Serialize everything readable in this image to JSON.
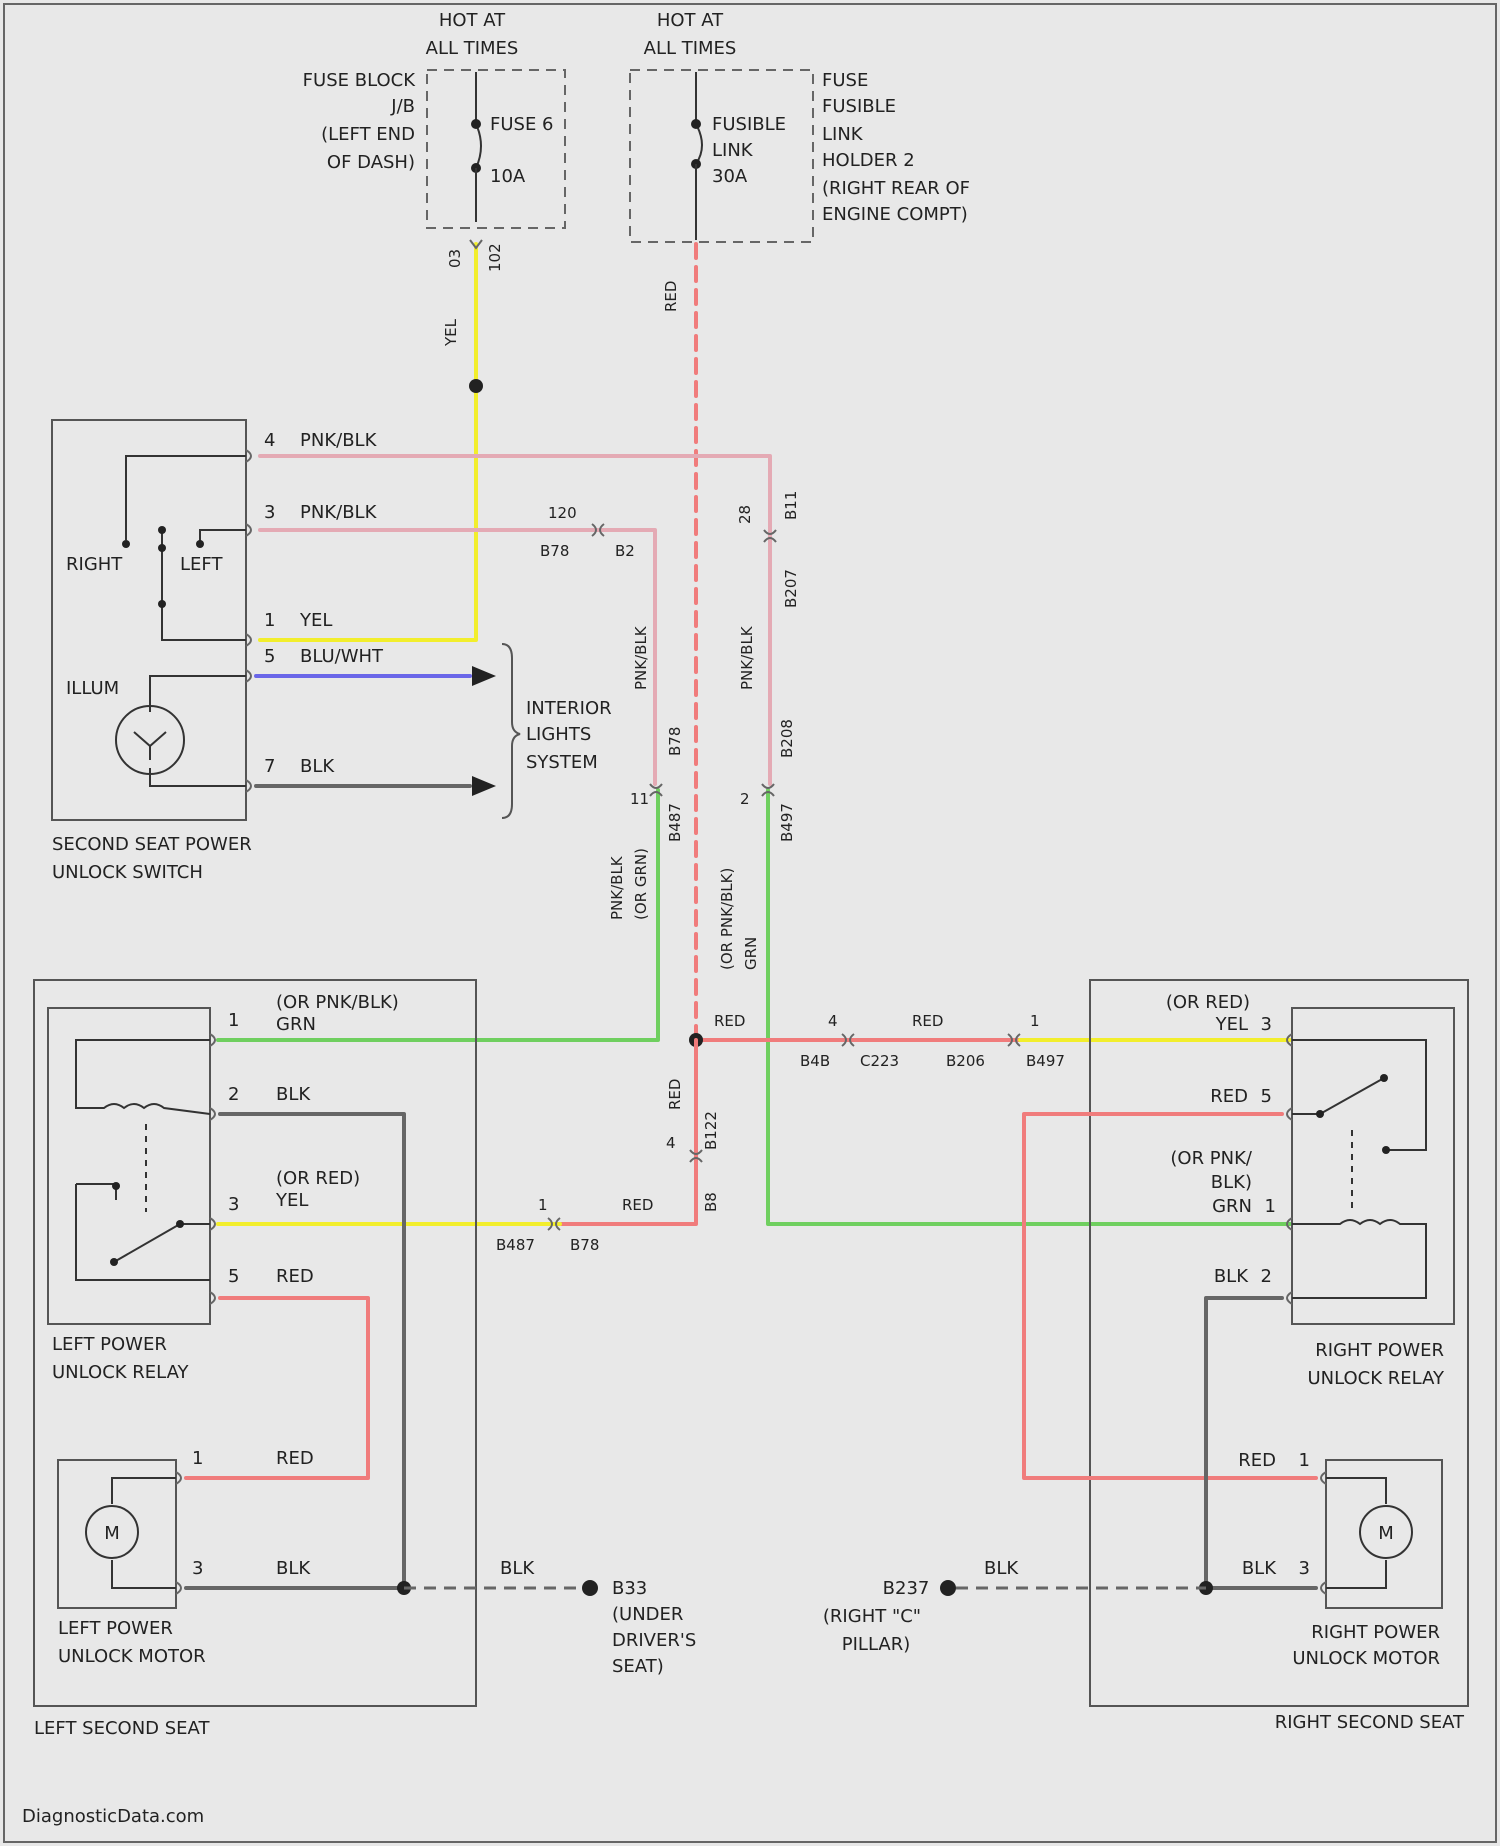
{
  "colors": {
    "yellow": "#f2ee2c",
    "red": "#f07c7c",
    "pink": "#e4aab4",
    "green": "#6fcf5f",
    "blue": "#6a66e8",
    "black": "#555555",
    "border": "#555555",
    "background": "#e8e8e8"
  },
  "sources": {
    "hot1": [
      "HOT AT",
      "ALL TIMES"
    ],
    "hot2": [
      "HOT AT",
      "ALL TIMES"
    ],
    "fuse_block": [
      "FUSE BLOCK",
      "J/B",
      "(LEFT END",
      "OF DASH)"
    ],
    "fuse_name": "FUSE 6",
    "fuse_rating": "10A",
    "fusible_name": [
      "FUSIBLE",
      "LINK"
    ],
    "fusible_rating": "30A",
    "link_holder": [
      "FUSE",
      "FUSIBLE",
      "LINK",
      "HOLDER 2",
      "(RIGHT REAR OF",
      "ENGINE COMPT)"
    ]
  },
  "switch": {
    "title": [
      "SECOND SEAT POWER",
      "UNLOCK SWITCH"
    ],
    "right": "RIGHT",
    "left": "LEFT",
    "illum": "ILLUM",
    "pins": [
      {
        "pin": "4",
        "wire": "PNK/BLK"
      },
      {
        "pin": "3",
        "wire": "PNK/BLK"
      },
      {
        "pin": "1",
        "wire": "YEL"
      },
      {
        "pin": "5",
        "wire": "BLU/WHT"
      },
      {
        "pin": "7",
        "wire": "BLK"
      }
    ]
  },
  "interior": [
    "INTERIOR",
    "LIGHTS",
    "SYSTEM"
  ],
  "wire_labels": {
    "yel_vert": "YEL",
    "red_vert": "RED",
    "conn_03": "03",
    "conn_102": "102",
    "conn_120": "120",
    "conn_b78": "B78",
    "conn_b2": "B2",
    "conn_28": "28",
    "conn_b11": "B11",
    "conn_b207": "B207",
    "pnkblk_left": "PNK/BLK",
    "pnkblk_right": "PNK/BLK",
    "conn_b78b": "B78",
    "conn_b208": "B208",
    "conn_b487": "B487",
    "conn_b497": "B497",
    "pin_11": "11",
    "pin_2": "2",
    "left_drop": [
      "PNK/BLK",
      "(OR GRN)"
    ],
    "right_drop": [
      "(OR PNK/BLK)",
      "GRN"
    ],
    "red_top": "RED",
    "red_mid": "RED",
    "conn_4a": "4",
    "conn_b4b": "B4B",
    "conn_c223": "C223",
    "conn_b206": "B206",
    "conn_1a": "1",
    "conn_b497b": "B497",
    "red_vert2": "RED",
    "conn_b122": "B122",
    "pin_4": "4",
    "conn_b8": "B8",
    "conn_1b": "1",
    "red_lower": "RED",
    "conn_b487b": "B487",
    "conn_b78c": "B78"
  },
  "left_relay": {
    "title": [
      "LEFT POWER",
      "UNLOCK RELAY"
    ],
    "pins": [
      {
        "pin": "1",
        "wire": [
          "(OR PNK/BLK)",
          "GRN"
        ]
      },
      {
        "pin": "2",
        "wire": [
          "BLK"
        ]
      },
      {
        "pin": "3",
        "wire": [
          "(OR RED)",
          "YEL"
        ]
      },
      {
        "pin": "5",
        "wire": [
          "RED"
        ]
      }
    ]
  },
  "left_motor": {
    "title": [
      "LEFT POWER",
      "UNLOCK MOTOR"
    ],
    "symbol": "M",
    "pins": [
      {
        "pin": "1",
        "wire": "RED"
      },
      {
        "pin": "3",
        "wire": "BLK"
      }
    ]
  },
  "left_seat": "LEFT SECOND SEAT",
  "right_relay": {
    "title": [
      "RIGHT POWER",
      "UNLOCK RELAY"
    ],
    "pins": [
      {
        "pin": "3",
        "wire": [
          "(OR RED)",
          "YEL"
        ]
      },
      {
        "pin": "5",
        "wire": [
          "RED"
        ]
      },
      {
        "pin": "1",
        "wire": [
          "(OR PNK/",
          "BLK)",
          "GRN"
        ]
      },
      {
        "pin": "2",
        "wire": [
          "BLK"
        ]
      }
    ]
  },
  "right_motor": {
    "title": [
      "RIGHT POWER",
      "UNLOCK MOTOR"
    ],
    "symbol": "M",
    "pins": [
      {
        "pin": "1",
        "wire": "RED"
      },
      {
        "pin": "3",
        "wire": "BLK"
      }
    ]
  },
  "right_seat": "RIGHT SECOND SEAT",
  "grounds": {
    "left": {
      "wire": "BLK",
      "label": [
        "B33",
        "(UNDER",
        "DRIVER'S",
        "SEAT)"
      ]
    },
    "right": {
      "wire": "BLK",
      "label": [
        "B237",
        "(RIGHT \"C\"",
        "PILLAR)"
      ]
    }
  },
  "watermark": "DiagnosticData.com"
}
